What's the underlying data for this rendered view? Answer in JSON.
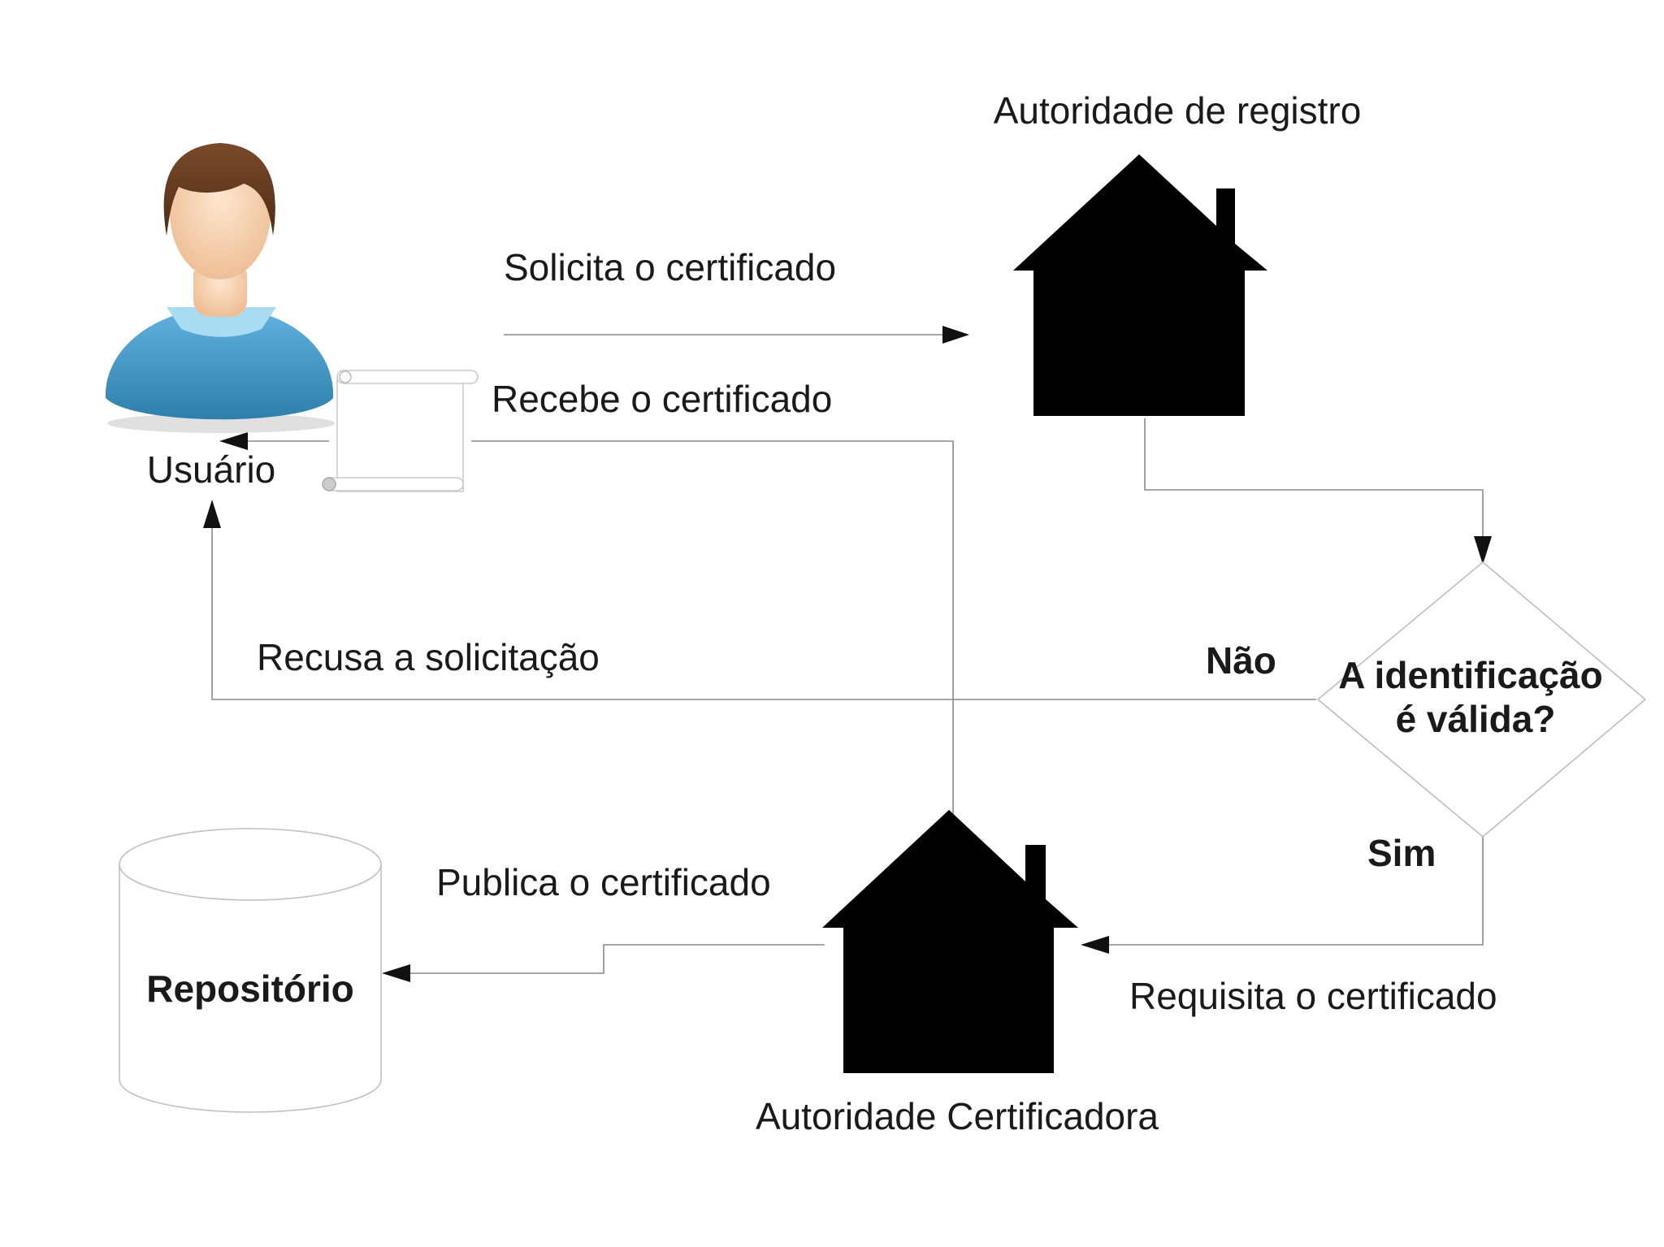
{
  "nodes": {
    "user": {
      "label": "Usuário",
      "icon": "user-avatar-icon"
    },
    "registration_authority": {
      "label": "Autoridade de registro",
      "icon": "house-icon"
    },
    "certificate_authority": {
      "label": "Autoridade Certificadora",
      "icon": "house-icon"
    },
    "decision": {
      "line1": "A identificação",
      "line2": "é válida?"
    },
    "repository": {
      "label": "Repositório",
      "icon": "database-cylinder-icon"
    },
    "certificate": {
      "icon": "scroll-certificate-icon"
    }
  },
  "edges": {
    "request": "Solicita o certificado",
    "receive": "Recebe o certificado",
    "refuse": "Recusa a solicitação",
    "no": "Não",
    "yes": "Sim",
    "ca_request": "Requisita o certificado",
    "publish": "Publica o certificado"
  },
  "colors": {
    "house": "#000000",
    "person_shirt": "#3d8fbf",
    "person_hair": "#6b3f22",
    "person_skin": "#f4d2b0",
    "connector": "#8a8a8a"
  }
}
